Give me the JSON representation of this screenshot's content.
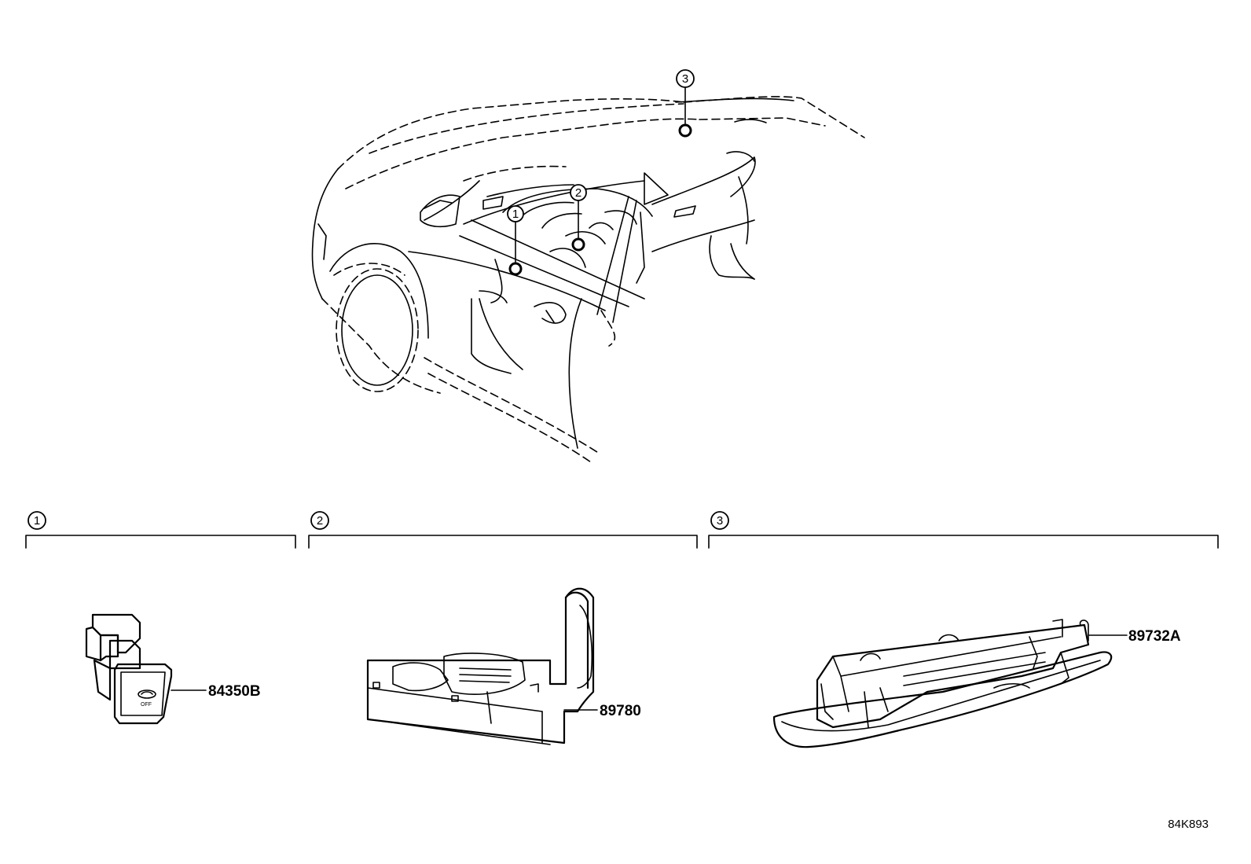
{
  "callouts": {
    "c1": "1",
    "c2": "2",
    "c3": "3"
  },
  "sections": [
    {
      "marker": "1",
      "part_number": "84350B",
      "button_text": "OFF"
    },
    {
      "marker": "2",
      "part_number": "89780"
    },
    {
      "marker": "3",
      "part_number": "89732A"
    }
  ],
  "figure_ref": "84K893"
}
